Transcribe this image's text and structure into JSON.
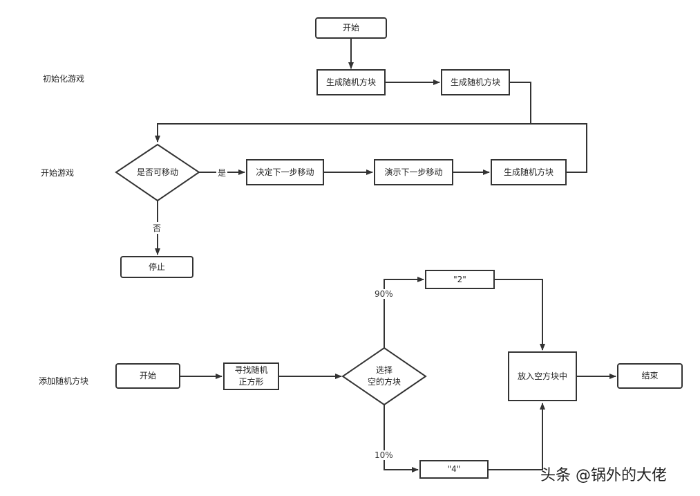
{
  "lanes": {
    "init": "初始化游戏",
    "play": "开始游戏",
    "add": "添加随机方块"
  },
  "init": {
    "start": "开始",
    "gen1": "生成随机方块",
    "gen2": "生成随机方块"
  },
  "play": {
    "can_move": "是否可移动",
    "yes": "是",
    "no": "否",
    "decide": "决定下一步移动",
    "animate": "演示下一步移动",
    "gen": "生成随机方块",
    "stop": "停止"
  },
  "add": {
    "start": "开始",
    "find_line1": "寻找随机",
    "find_line2": "正方形",
    "choose_line1": "选择",
    "choose_line2": "空的方块",
    "p90": "90%",
    "p10": "10%",
    "val2": "\"2\"",
    "val4": "\"4\"",
    "place": "放入空方块中",
    "end": "结束"
  },
  "watermark": "头条 @锅外的大佬"
}
